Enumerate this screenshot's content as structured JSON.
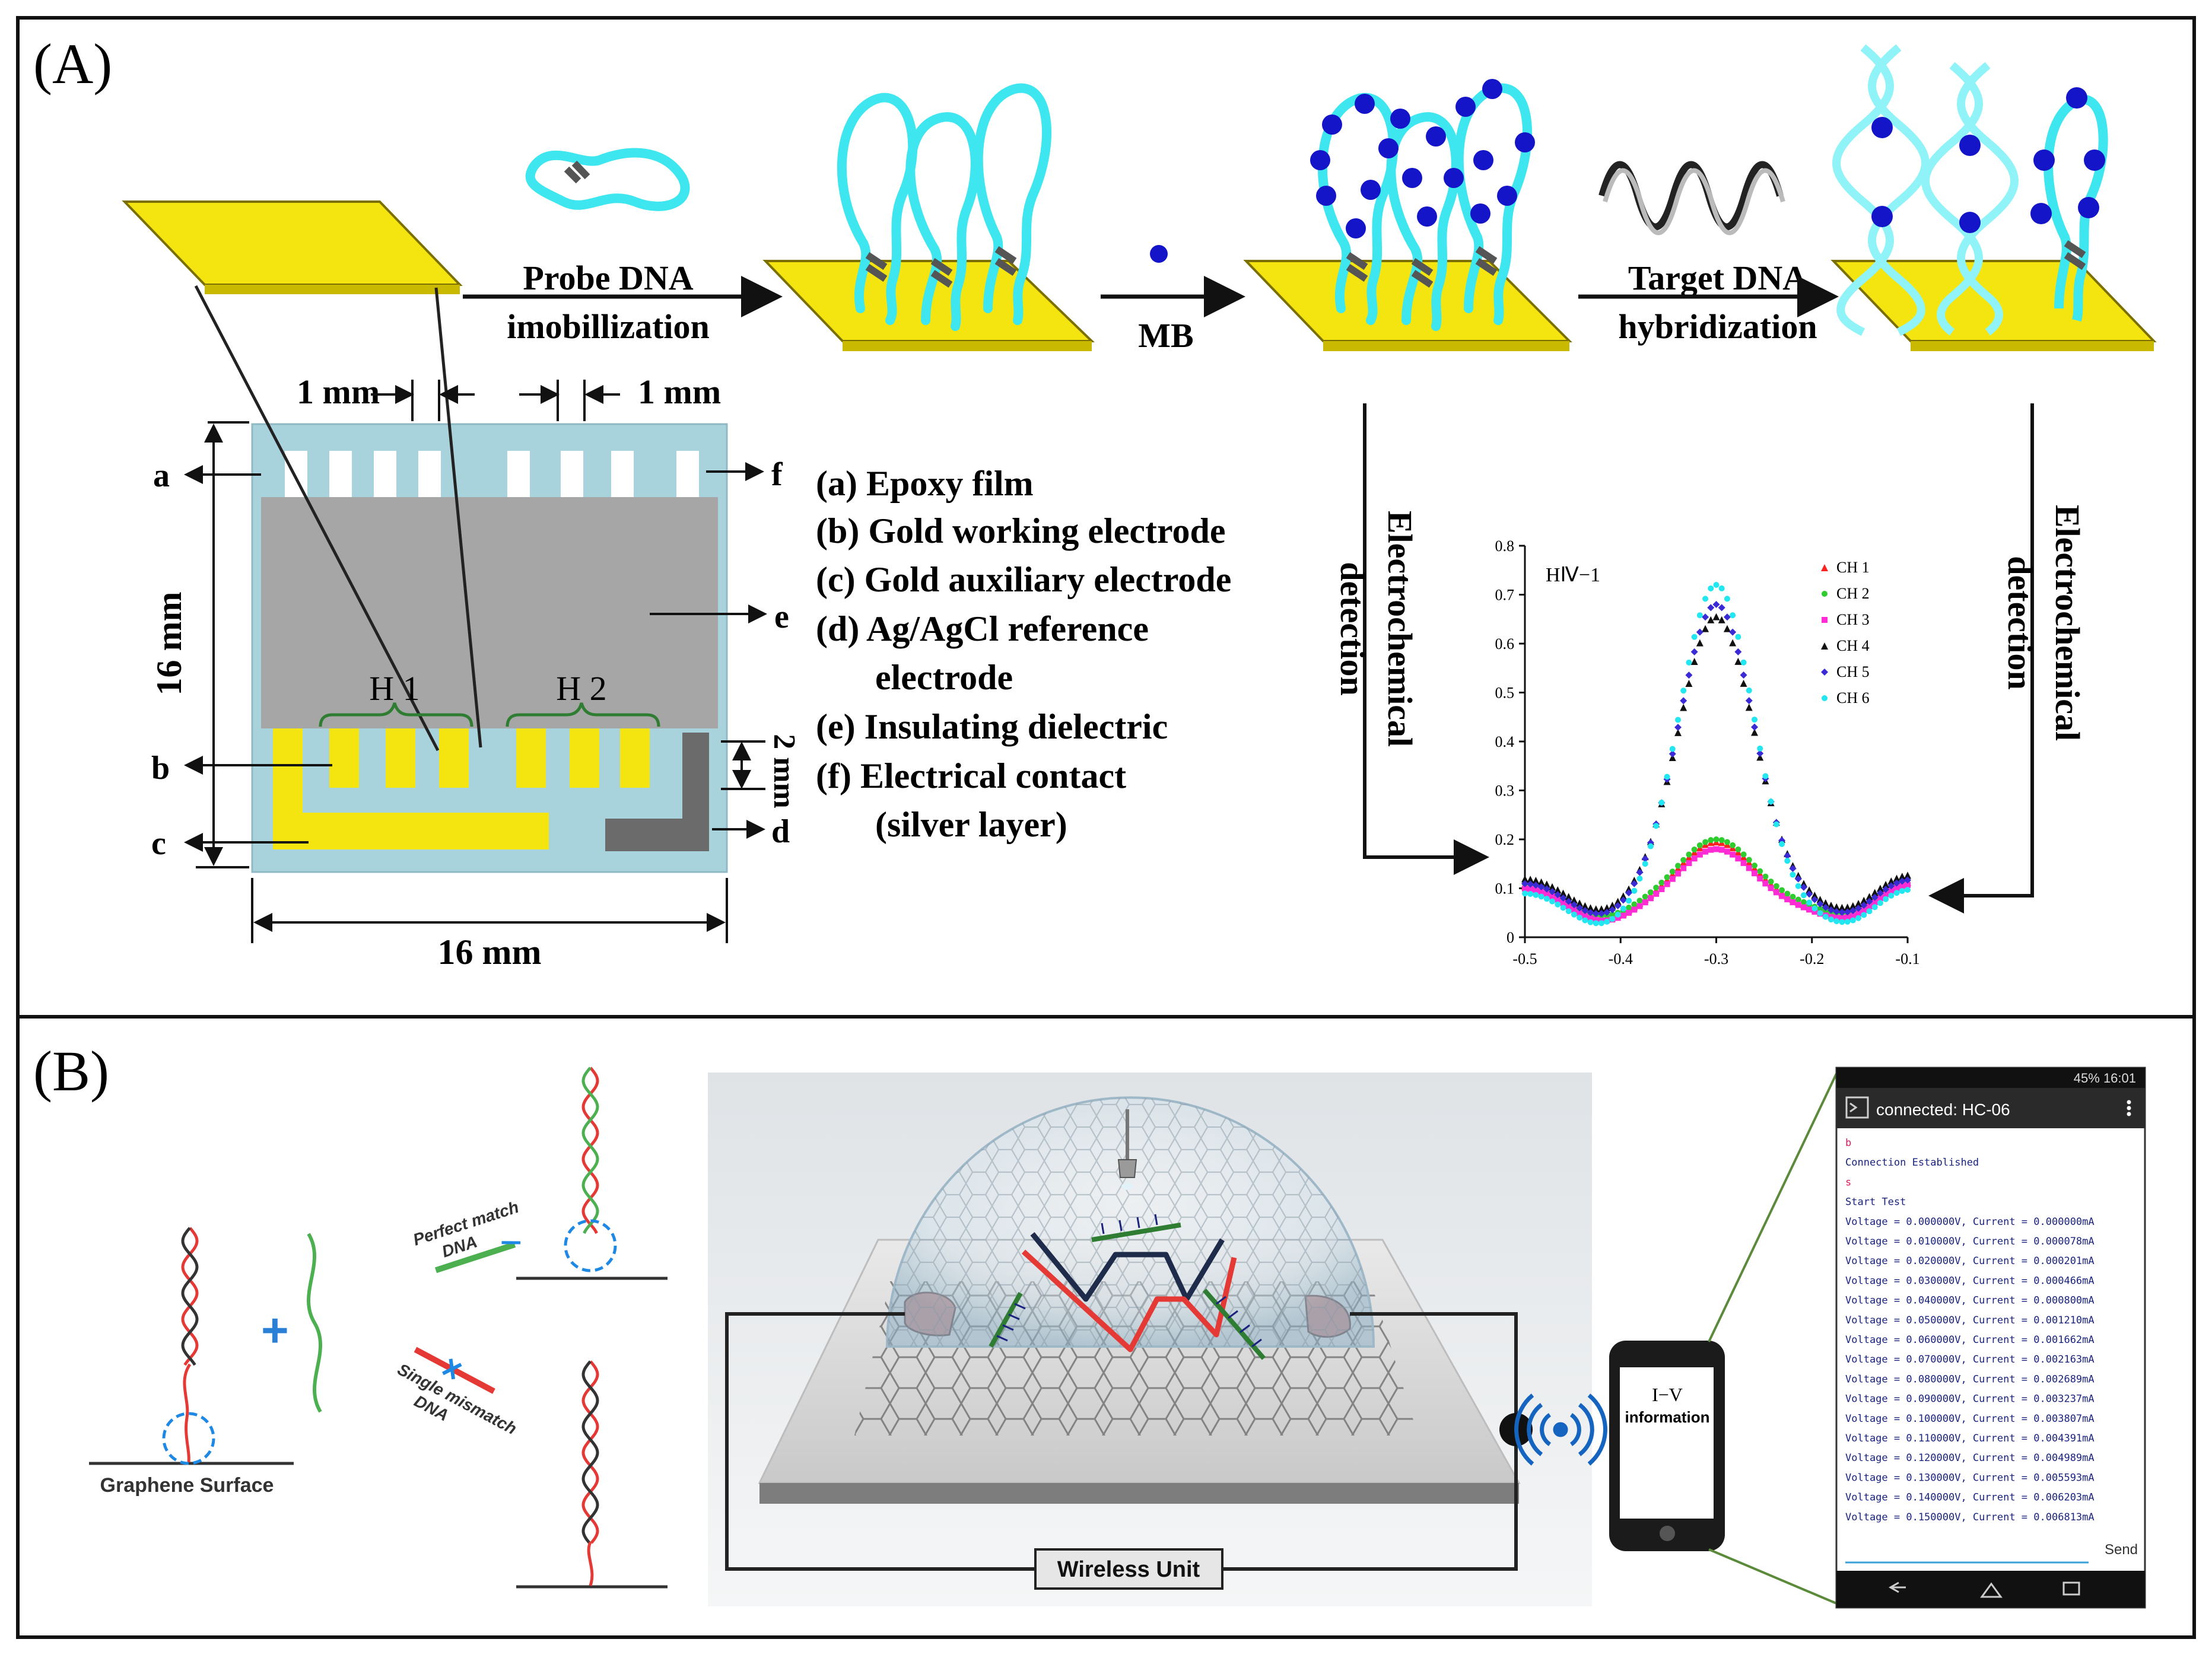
{
  "panels": {
    "a_label": "(A)",
    "b_label": "(B)"
  },
  "panel_a": {
    "step1": {
      "line1": "Probe DNA",
      "line2": "imobillization"
    },
    "step2": {
      "label": "MB"
    },
    "step3": {
      "line1": "Target DNA",
      "line2": "hybridization"
    },
    "detection_label": {
      "line1": "Electrochemical",
      "line2": "detection"
    },
    "chip": {
      "dim_top_left": "1 mm",
      "dim_top_right": "1 mm",
      "dim_height": "16 mm",
      "dim_width": "16 mm",
      "dim_pad": "2 mm",
      "group_h1": "H 1",
      "group_h2": "H 2",
      "letter_a": "a",
      "letter_b": "b",
      "letter_c": "c",
      "letter_d": "d",
      "letter_e": "e",
      "letter_f": "f"
    },
    "legend": [
      "(a) Epoxy film",
      "(b) Gold working electrode",
      "(c) Gold auxiliary electrode",
      "(d) Ag/AgCl reference",
      "electrode",
      "(e) Insulating dielectric",
      "(f)  Electrical contact",
      "(silver   layer)"
    ]
  },
  "colors": {
    "gold": "#f4e40f",
    "substrate": "#a8d3dc",
    "dielectric": "#a6a6a6",
    "reference": "#6b6b6b",
    "dna_cyan": "#3ee6f0",
    "mb_blue": "#1414c8",
    "connector_green": "#2e7d32"
  },
  "chart_data": {
    "type": "scatter",
    "title": "HⅣ−1",
    "xlabel": "",
    "ylabel": "",
    "xlim": [
      -0.5,
      -0.1
    ],
    "ylim": [
      0,
      0.8
    ],
    "x_ticks": [
      "-0.5",
      "-0.4",
      "-0.3",
      "-0.2",
      "-0.1"
    ],
    "y_ticks": [
      "0",
      "0.1",
      "0.2",
      "0.3",
      "0.4",
      "0.5",
      "0.6",
      "0.7",
      "0.8"
    ],
    "legend_position": "top-right",
    "series": [
      {
        "name": "CH 1",
        "color": "#ff2020",
        "marker": "triangle",
        "base": 0.065,
        "peak": 0.195,
        "edge_dip": -0.0
      },
      {
        "name": "CH 2",
        "color": "#2ecc2e",
        "marker": "circle",
        "base": 0.07,
        "peak": 0.2,
        "edge_dip": 0.0
      },
      {
        "name": "CH 3",
        "color": "#ff2bd4",
        "marker": "square",
        "base": 0.06,
        "peak": 0.18,
        "edge_dip": 0.0
      },
      {
        "name": "CH 4",
        "color": "#111111",
        "marker": "triangle",
        "base": 0.08,
        "peak": 0.655,
        "edge_dip": 0.0
      },
      {
        "name": "CH 5",
        "color": "#3a2bd6",
        "marker": "diamond",
        "base": 0.07,
        "peak": 0.68,
        "edge_dip": 0.0
      },
      {
        "name": "CH 6",
        "color": "#22e6f0",
        "marker": "circle",
        "base": 0.05,
        "peak": 0.72,
        "edge_dip": 0.0
      }
    ]
  },
  "panel_b": {
    "graphene_label": "Graphene Surface",
    "perfect_match": {
      "line1": "Perfect match",
      "line2": "DNA"
    },
    "single_mismatch": {
      "line1": "Single mismatch",
      "line2": "DNA"
    },
    "wireless_unit": "Wireless Unit",
    "phone_label": {
      "line1": "I−V",
      "line2": "information"
    },
    "terminal": {
      "status_bar": "45%  16:01",
      "title": "connected: HC-06",
      "send": "Send",
      "lines": [
        "b",
        "Connection Established",
        "s",
        "Start Test",
        "Voltage = 0.000000V, Current = 0.000000mA",
        "Voltage = 0.010000V, Current = 0.000078mA",
        "Voltage = 0.020000V, Current = 0.000201mA",
        "Voltage = 0.030000V, Current = 0.000466mA",
        "Voltage = 0.040000V, Current = 0.000800mA",
        "Voltage = 0.050000V, Current = 0.001210mA",
        "Voltage = 0.060000V, Current = 0.001662mA",
        "Voltage = 0.070000V, Current = 0.002163mA",
        "Voltage = 0.080000V, Current = 0.002689mA",
        "Voltage = 0.090000V, Current = 0.003237mA",
        "Voltage = 0.100000V, Current = 0.003807mA",
        "Voltage = 0.110000V, Current = 0.004391mA",
        "Voltage = 0.120000V, Current = 0.004989mA",
        "Voltage = 0.130000V, Current = 0.005593mA",
        "Voltage = 0.140000V, Current = 0.006203mA",
        "Voltage = 0.150000V, Current = 0.006813mA"
      ]
    }
  }
}
